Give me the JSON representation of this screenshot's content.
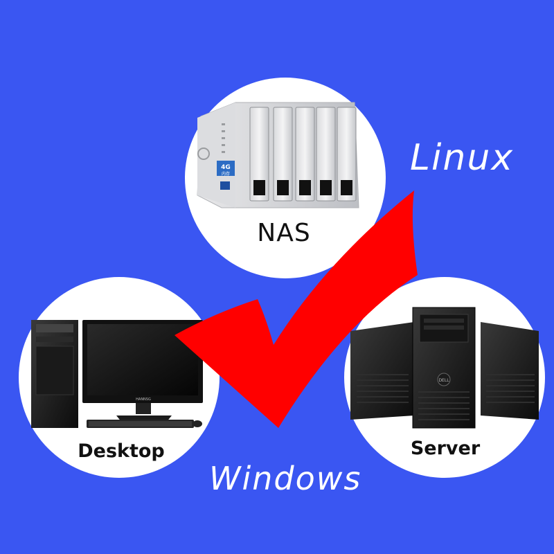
{
  "background_color": "#3a56f2",
  "check_color": "#ff0000",
  "os_labels": {
    "linux": "Linux",
    "windows": "Windows"
  },
  "devices": {
    "nas": {
      "label": "NAS",
      "badge_text": "4G",
      "badge_sub": "内存"
    },
    "desktop": {
      "label": "Desktop",
      "monitor_brand": "HANNSG"
    },
    "server": {
      "label": "Server",
      "server_brand": "DELL"
    }
  },
  "icons": [
    "nas-device-icon",
    "desktop-computer-icon",
    "tower-server-icon",
    "check-mark-icon"
  ]
}
